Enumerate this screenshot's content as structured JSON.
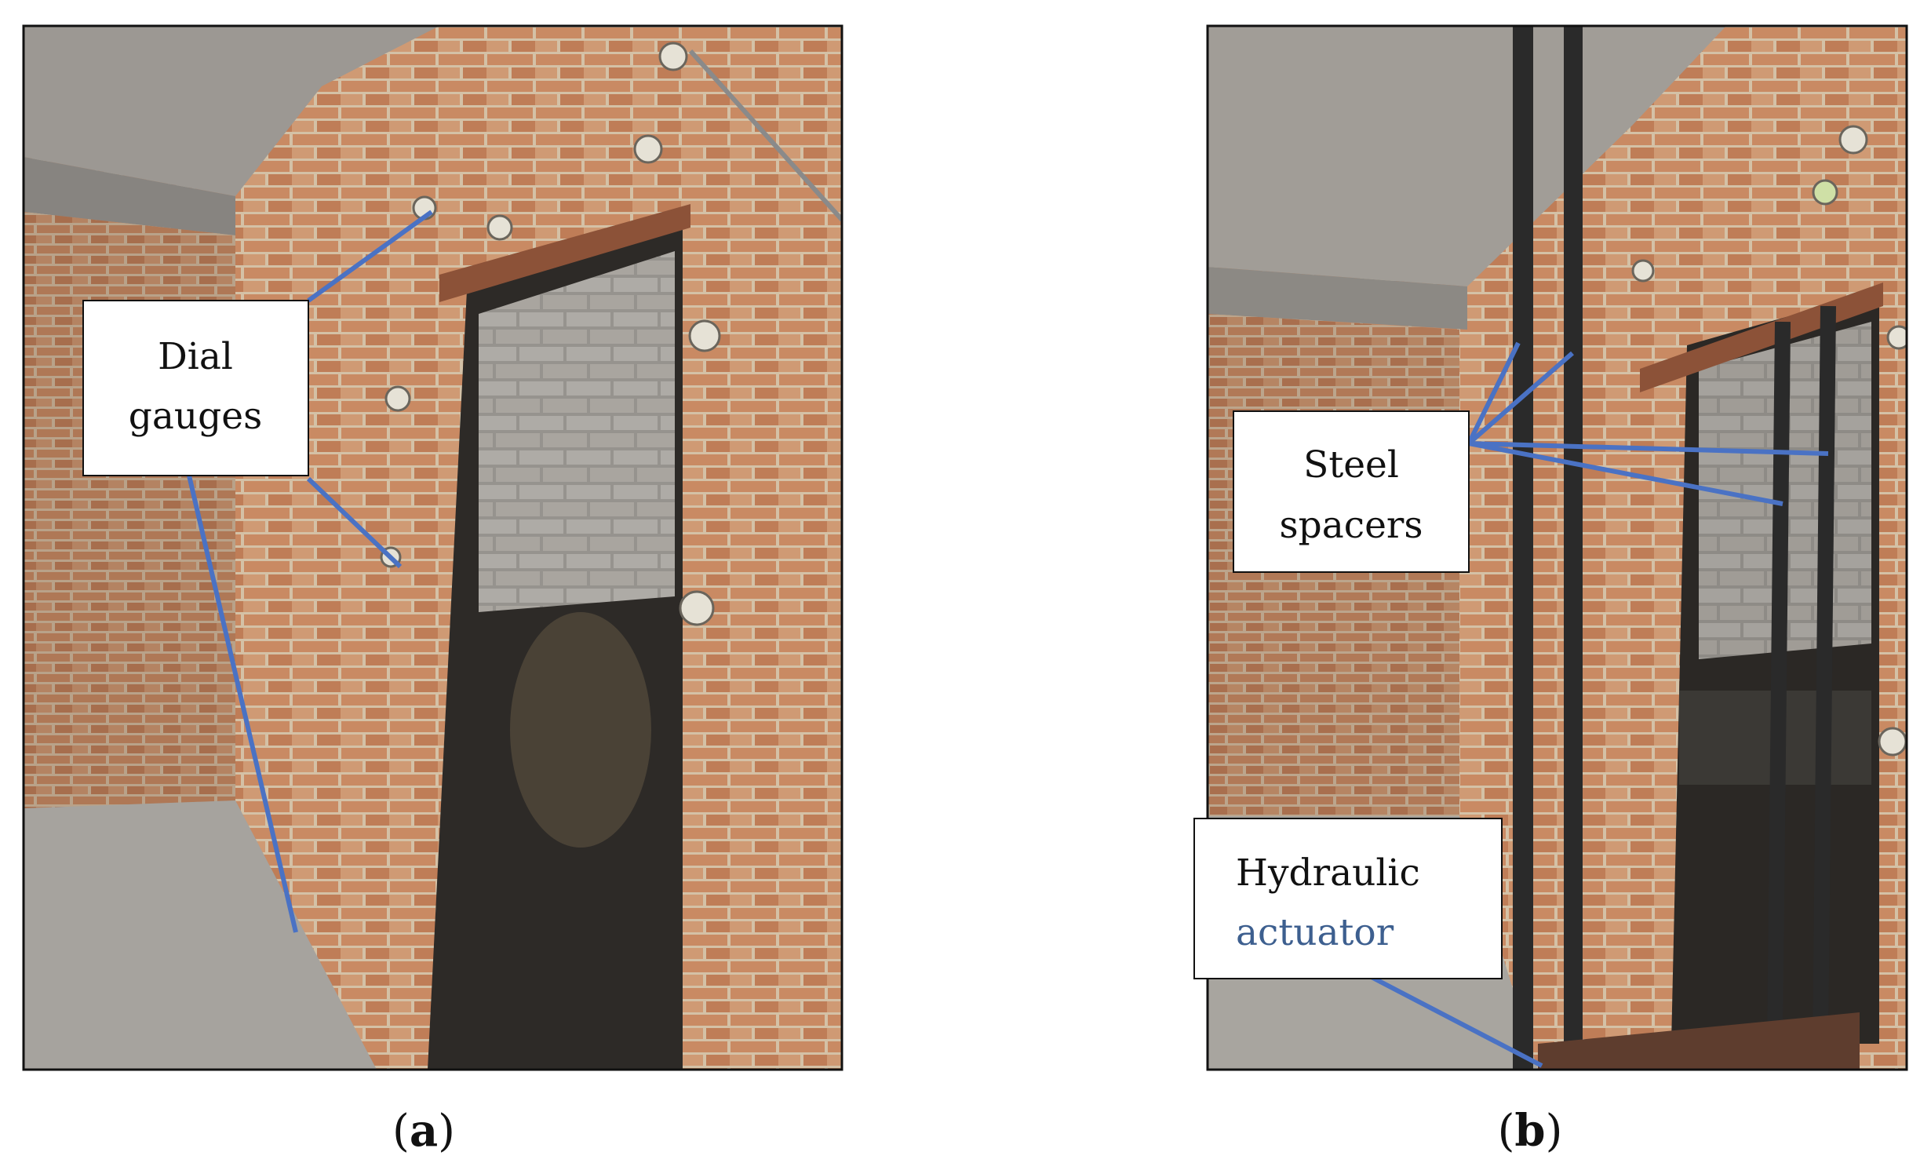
{
  "colors": {
    "leader_line": "#4a72c4",
    "label_text": "#111111",
    "label_text_accent": "#3d5f8f",
    "brick": "#c98a63",
    "mortar": "#d8c6ae",
    "ceiling": "#9a9691",
    "frame": "#111111"
  },
  "panels": [
    {
      "caption": {
        "open": "(",
        "letter": "a",
        "close": ")"
      },
      "labels": [
        {
          "lines": [
            "Dial",
            "gauges"
          ]
        }
      ]
    },
    {
      "caption": {
        "open": "(",
        "letter": "b",
        "close": ")"
      },
      "labels": [
        {
          "lines": [
            "Steel",
            "spacers"
          ]
        },
        {
          "lines": [
            "Hydraulic",
            "actuator"
          ]
        }
      ]
    }
  ]
}
